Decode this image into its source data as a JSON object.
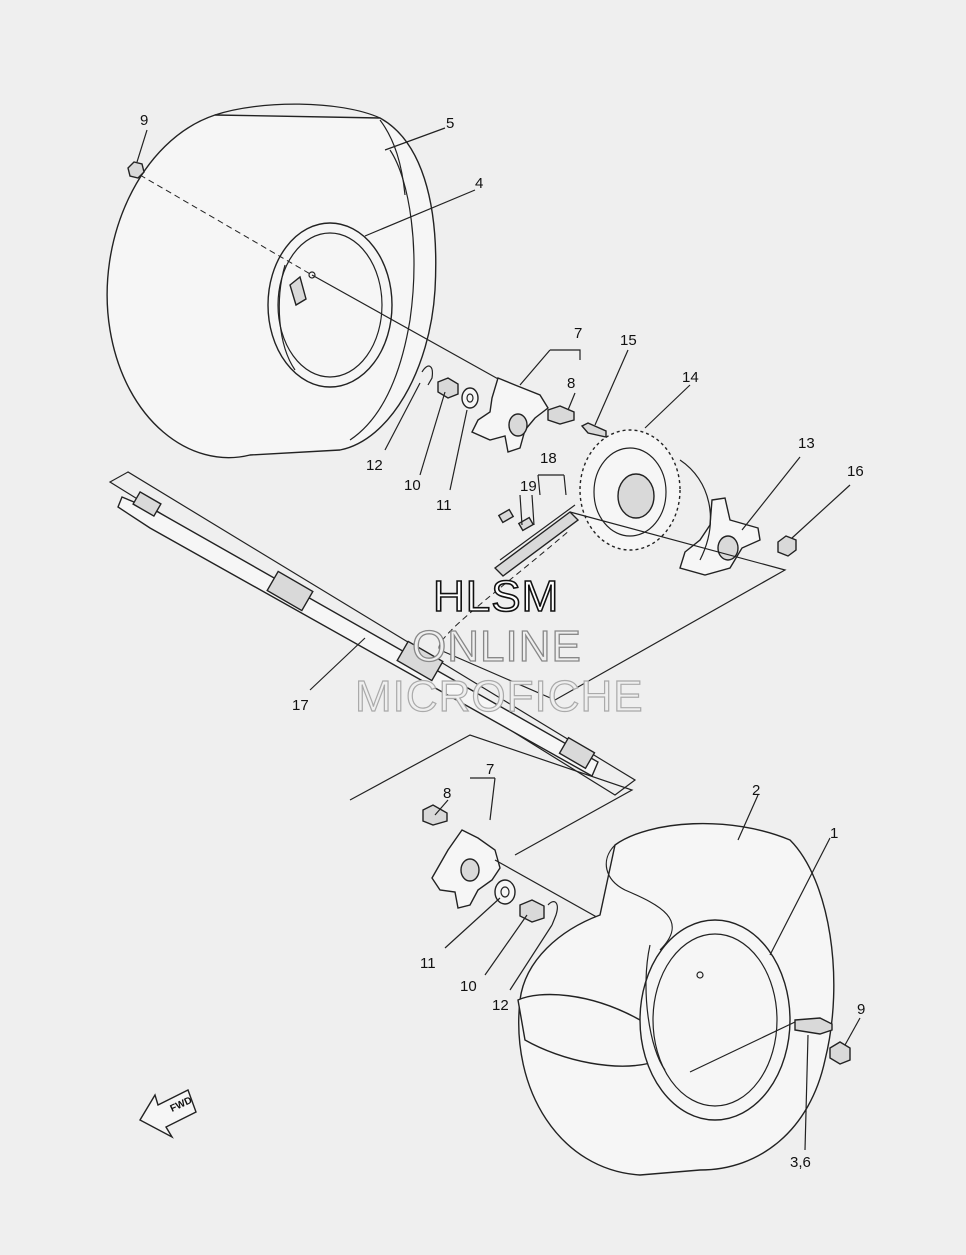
{
  "callouts": [
    {
      "id": "c9a",
      "text": "9"
    },
    {
      "id": "c5",
      "text": "5"
    },
    {
      "id": "c4",
      "text": "4"
    },
    {
      "id": "c7a",
      "text": "7"
    },
    {
      "id": "c15",
      "text": "15"
    },
    {
      "id": "c8a",
      "text": "8"
    },
    {
      "id": "c14",
      "text": "14"
    },
    {
      "id": "c12a",
      "text": "12"
    },
    {
      "id": "c10a",
      "text": "10"
    },
    {
      "id": "c11a",
      "text": "11"
    },
    {
      "id": "c18",
      "text": "18"
    },
    {
      "id": "c19",
      "text": "19"
    },
    {
      "id": "c13",
      "text": "13"
    },
    {
      "id": "c16",
      "text": "16"
    },
    {
      "id": "c17",
      "text": "17"
    },
    {
      "id": "c7b",
      "text": "7"
    },
    {
      "id": "c8b",
      "text": "8"
    },
    {
      "id": "c2",
      "text": "2"
    },
    {
      "id": "c1",
      "text": "1"
    },
    {
      "id": "c11b",
      "text": "11"
    },
    {
      "id": "c10b",
      "text": "10"
    },
    {
      "id": "c12b",
      "text": "12"
    },
    {
      "id": "c9b",
      "text": "9"
    },
    {
      "id": "c36",
      "text": "3,6"
    }
  ],
  "watermark": {
    "line1": "HLSM",
    "line2": "ONLINE",
    "line3": "MICROFICHE"
  },
  "fwd_label": "FWD",
  "colors": {
    "background": "#efefef",
    "ink": "#222222"
  }
}
